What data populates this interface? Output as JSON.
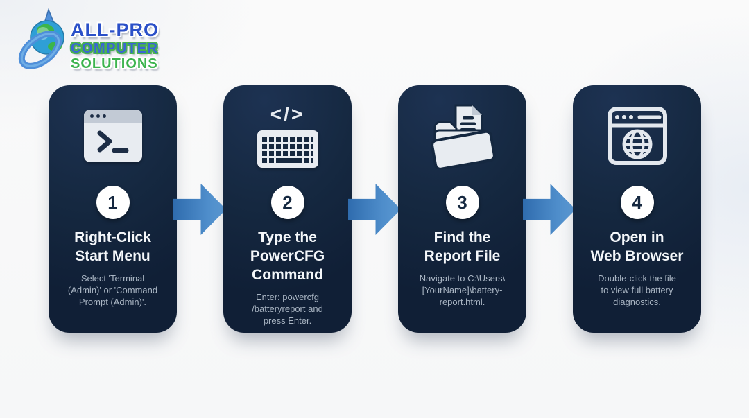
{
  "logo": {
    "line1": "ALL-PRO",
    "line2": "COMPUTER",
    "line3": "SOLUTIONS",
    "icon": "globe-swoosh-icon"
  },
  "steps": [
    {
      "number": "1",
      "icon": "terminal-window-icon",
      "title": "Right-Click\nStart Menu",
      "description": "Select 'Terminal\n(Admin)' or 'Command\nPrompt (Admin)'."
    },
    {
      "number": "2",
      "icon": "code-keyboard-icon",
      "code_symbol": "</>",
      "title": "Type the\nPowerCFG\nCommand",
      "description": "Enter: powercfg\n/batteryreport and\npress Enter."
    },
    {
      "number": "3",
      "icon": "folder-document-icon",
      "title": "Find the\nReport File",
      "description": "Navigate to C:\\Users\\\n[YourName]\\battery-\nreport.html."
    },
    {
      "number": "4",
      "icon": "browser-globe-icon",
      "title": "Open in\nWeb Browser",
      "description": "Double-click the file\nto view full battery\ndiagnostics."
    }
  ],
  "colors": {
    "card_background": "#152840",
    "arrow_blue": "#2f6cae",
    "arrow_blue_light": "#5f9fda",
    "title_text": "#f4f7fa",
    "description_text": "#a9b5c3",
    "logo_blue": "#2b50c8",
    "logo_green": "#3cb44e",
    "icon_light": "#e8ecf1"
  }
}
